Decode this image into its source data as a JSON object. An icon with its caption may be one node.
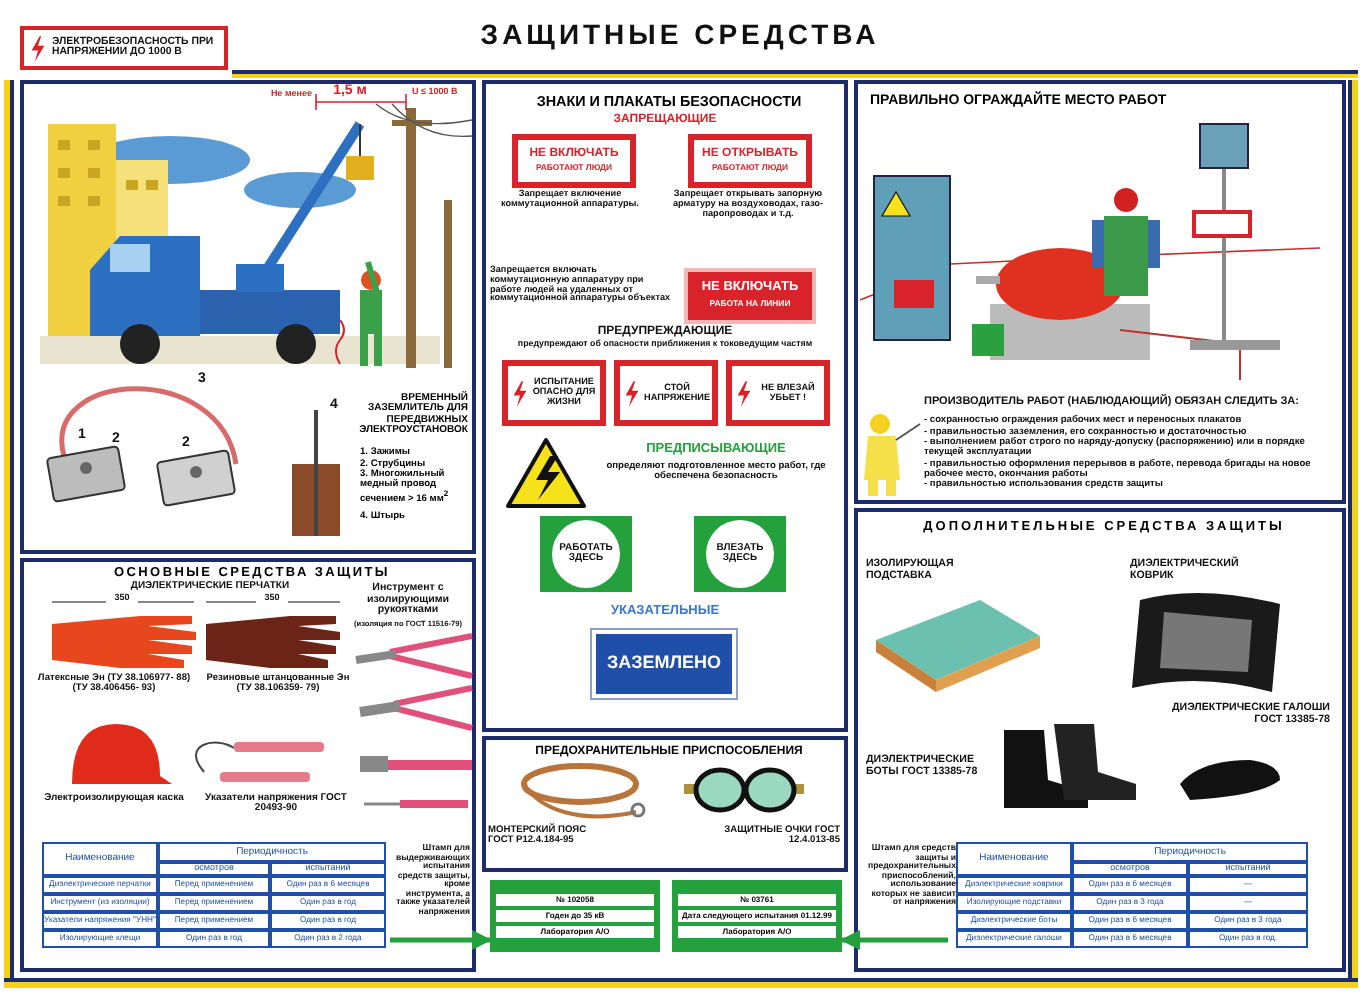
{
  "diagram": {
    "title": "ЗАЩИТНЫЕ СРЕДСТВА",
    "nodes": [
      {
        "text": [
          "ЭЛЕКТРОБЕЗОПАСНОСТЬ ПРИ НАПРЯЖЕНИИ ДО 1000 В"
        ]
      },
      {
        "text": [
          "ВРЕМЕННЫЙ ЗАЗЕМЛИТЕЛЬ ДЛЯ ПЕРЕДВИЖНЫХ ЭЛЕКТРОУСТАНОВОК",
          "1. Зажимы",
          "2. Струбцины",
          "3. Многожильный медный провод сечением > 16 мм$^{2}$",
          "4. Штырь"
        ]
      },
      {
        "text": [
          "ОСНОВНЫЕ СРЕДСТВА ЗАЩИТЫ"
        ]
      },
      {
        "text": [
          "ЗНАКИ И ПЛАКАТЫ БЕЗОПАСНОСТИ"
        ]
      },
      {
        "text": [
          "НЕ ВКЛЮЧАТЬ",
          "РАБОТАЮТ ЛЮДИ"
        ],
        "in": 3
      },
      {
        "text": [
          "НЕ ОТКРЫВАТЬ",
          "РАБОТАЮТ ЛЮДИ"
        ],
        "in": 3
      },
      {
        "text": [
          "НЕ ВКЛЮЧАТЬ",
          "РАБОТА НА ЛИНИИ"
        ],
        "in": 3
      },
      {
        "text": [
          "ИСПЫТАНИЕ ОПАСНО ДЛЯ ЖИЗНИ"
        ],
        "in": 3
      },
      {
        "text": [
          "СТОЙ НАПРЯЖЕНИЕ"
        ],
        "in": 3
      },
      {
        "text": [
          "НЕ ВЛЕЗАЙ УБЬЕТ !"
        ],
        "in": 3
      },
      {
        "text": [
          "РАБОТАТЬ ЗДЕСЬ"
        ],
        "in": 3
      },
      {
        "text": [
          "ВЛЕЗАТЬ ЗДЕСЬ"
        ],
        "in": 3
      },
      {
        "text": [
          "ЗАЗЕМЛЕНО"
        ],
        "in": 3
      },
      {
        "text": [
          "ПРЕДОХРАНИТЕЛЬНЫЕ ПРИСПОСОБЛЕНИЯ"
        ]
      },
      {
        "text": [
          "№ 102058",
          "Годен до 35 кВ",
          "Лаборатория А/О"
        ]
      },
      {
        "text": [
          "№ 03761",
          "Дата следующего испытания 01.12.99",
          "Лаборатория А/О"
        ]
      },
      {
        "text": [
          "ПРАВИЛЬНО ОГРАЖДАЙТЕ МЕСТО РАБОТ"
        ]
      },
      {
        "text": [
          "ДОПОЛНИТЕЛЬНЫЕ СРЕДСТВА ЗАЩИТЫ"
        ]
      },
      {
        "text": [
          "Штамп для выдерживающих испытания средств защиты, кроме инструмента, а также указателей напряжения"
        ],
        "in": 2
      },
      {
        "text": [
          "Штамп для средств защиты и предохранительных приспособлений, использование которых не зависит от напряжения"
        ],
        "in": 17
      }
    ],
    "edges": [
      {
        "from": 18,
        "to": 14,
        "arrow": "to"
      },
      {
        "from": 19,
        "to": 15,
        "arrow": "to"
      }
    ],
    "labels": [
      "Не менее",
      "1,5 м",
      "U ≤ 1000 В",
      "1",
      "2",
      "2",
      "3",
      "4",
      "ДИЭЛЕКТРИЧЕСКИЕ ПЕРЧАТКИ",
      "350",
      "350",
      "Латексные Эн (ТУ 38.106977- 88) (ТУ 38.406456- 93)",
      "Резиновые штанцованные Эн (ТУ 38.106359- 79)",
      "Инструмент с изолирующими рукоятками",
      "(изоляция по ГОСТ 11516-79)",
      "Электроизолирующая каска",
      "Указатели напряжения ГОСТ 20493-90",
      "Наименование",
      "Периодичность",
      "осмотров",
      "испытаний",
      "Диэлектрические перчатки",
      "Перед применением",
      "Один раз в 6 месяцев",
      "Инструмент (из изоляции)",
      "Перед применением",
      "Один раз в год",
      "Указатели напряжения \"УНН\"",
      "Перед применением",
      "Один раз в год",
      "Изолирующие клещи",
      "Один раз в год",
      "Один раз в 2 года",
      "ЗАПРЕЩАЮЩИЕ",
      "Запрещает включение коммутационной аппаратуры.",
      "Запрещает открывать запорную арматуру на воздуховодах, газо- паропроводах и т.д.",
      "Запрещается включать коммутационную аппаратуру при работе людей на удаленных от коммутационной аппаратуры объектах",
      "ПРЕДУПРЕЖДАЮЩИЕ",
      "предупреждают об опасности приближения к токоведущим частям",
      "ПРЕДПИСЫВАЮЩИЕ",
      "определяют подготовленное место работ, где обеспечена безопасность",
      "УКАЗАТЕЛЬНЫЕ",
      "МОНТЕРСКИЙ ПОЯС ГОСТ Р12.4.184-95",
      "ЗАЩИТНЫЕ ОЧКИ ГОСТ 12.4.013-85",
      "ПРОИЗВОДИТЕЛЬ РАБОТ (НАБЛЮДАЮЩИЙ) ОБЯЗАН СЛЕДИТЬ ЗА:",
      "- сохранностью ограждения рабочих мест и переносных плакатов",
      "- правильностью заземления, его сохранностью и достаточностью",
      "- выполнением работ строго по наряду-допуску (распоряжению) или в порядке текущей эксплуатации",
      "- правильностью оформления перерывов в работе, перевода бригады на новое рабочее место, окончания работы",
      "- правильностью использования средств защиты",
      "ИЗОЛИРУЮЩАЯ ПОДСТАВКА",
      "ДИЭЛЕКТРИЧЕСКИЙ КОВРИК",
      "ДИЭЛЕКТРИЧЕСКИЕ ГАЛОШИ ГОСТ 13385-78",
      "ДИЭЛЕКТРИЧЕСКИЕ БОТЫ ГОСТ 13385-78",
      "Наименование",
      "Периодичность",
      "осмотров",
      "испытаний",
      "Диэлектрические коврики",
      "Один раз в 6 месяцев",
      "—",
      "Изолирующие подставки",
      "Один раз в 3 года",
      "—",
      "Диэлектрические боты",
      "Один раз в 6 месяцев",
      "Один раз в 3 года",
      "Диэлектрические галоши",
      "Один раз в 6 месяцев",
      "Один раз в год."
    ]
  }
}
